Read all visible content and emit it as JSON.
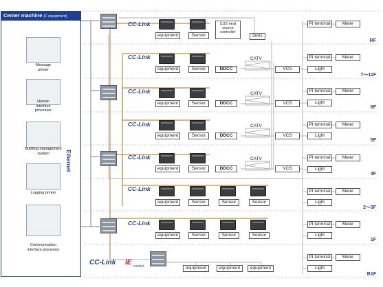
{
  "header": {
    "title": "Center machine",
    "sub": "(F equipment)"
  },
  "left_devices": [
    {
      "label": "Message\nprinter"
    },
    {
      "label": "Human\ninterface\nprocessor"
    },
    {
      "label": "Building management\nsystem"
    },
    {
      "label": "Logging printer"
    },
    {
      "label": "Communication\ninterface processor"
    }
  ],
  "ethernet_label": "Ethernet",
  "cclink_label": "CC-Link",
  "bottom_logo": {
    "cc": "CC-Link",
    "ie": "IE",
    "control": "control"
  },
  "floors": [
    {
      "name": "RF",
      "devices": [
        "equipment",
        "Sensor"
      ],
      "extra_box": "CUS heat\nsource\ncontroller",
      "extra_label": "OHU",
      "right": [
        "PI terminal",
        "Meter"
      ]
    },
    {
      "name": "7～11F",
      "devices": [
        "equipment",
        "Sensor"
      ],
      "ddcc": "DDCC",
      "catv": "CATV",
      "vcs": "VCS",
      "right": [
        "PI terminal",
        "Meter",
        "Light"
      ]
    },
    {
      "name": "6F",
      "devices": [
        "equipment",
        "Sensor"
      ],
      "ddcc": "DDCC",
      "catv": "CATV",
      "vcs": "VCS",
      "right": [
        "PI terminal",
        "Meter",
        "Light"
      ]
    },
    {
      "name": "5F",
      "devices": [
        "equipment",
        "Sensor"
      ],
      "ddcc": "DDCC",
      "catv": "CATV",
      "vcs": "VCS",
      "right": [
        "PI terminal",
        "Meter",
        "Light"
      ]
    },
    {
      "name": "4F",
      "devices": [
        "equipment",
        "Sensor"
      ],
      "ddcc": "DDCC",
      "catv": "CATV",
      "vcs": "VCS",
      "right": [
        "PI terminal",
        "Meter",
        "Light"
      ]
    },
    {
      "name": "2～3F",
      "devices": [
        "equipment",
        "Sensor",
        "Sensor",
        "Sensor"
      ],
      "right": [
        "PI terminal",
        "Meter",
        "Light"
      ]
    },
    {
      "name": "1F",
      "devices": [
        "equipment",
        "Sensor",
        "Sensor",
        "Sensor"
      ],
      "right": [
        "PI terminal",
        "Meter",
        "Light"
      ]
    },
    {
      "name": "B1F",
      "devices": [
        "equipment",
        "equipment",
        "equipment"
      ],
      "right": [
        "PI terminal",
        "Meter",
        "Light"
      ]
    }
  ],
  "colors": {
    "brand_blue": "#1f3f8f",
    "cclink_line": "#c58a3e",
    "ethernet_line": "#7a8088"
  }
}
